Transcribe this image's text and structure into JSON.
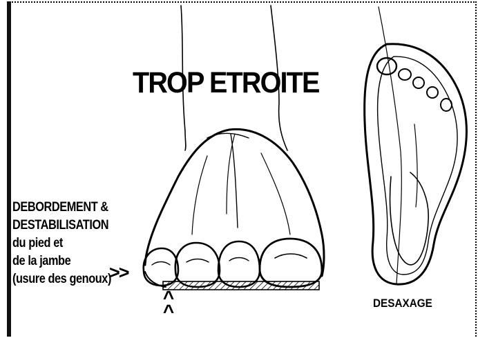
{
  "diagram": {
    "title": "TROP ETROITE",
    "left_note": {
      "lines": [
        "DEBORDEMENT &",
        "DESTABILISATION",
        "du pied et",
        "de la jambe",
        "(usure des genoux)"
      ]
    },
    "arrow_right": ">>",
    "arrow_up": "^\n^",
    "right_label": "DESAXAGE"
  }
}
